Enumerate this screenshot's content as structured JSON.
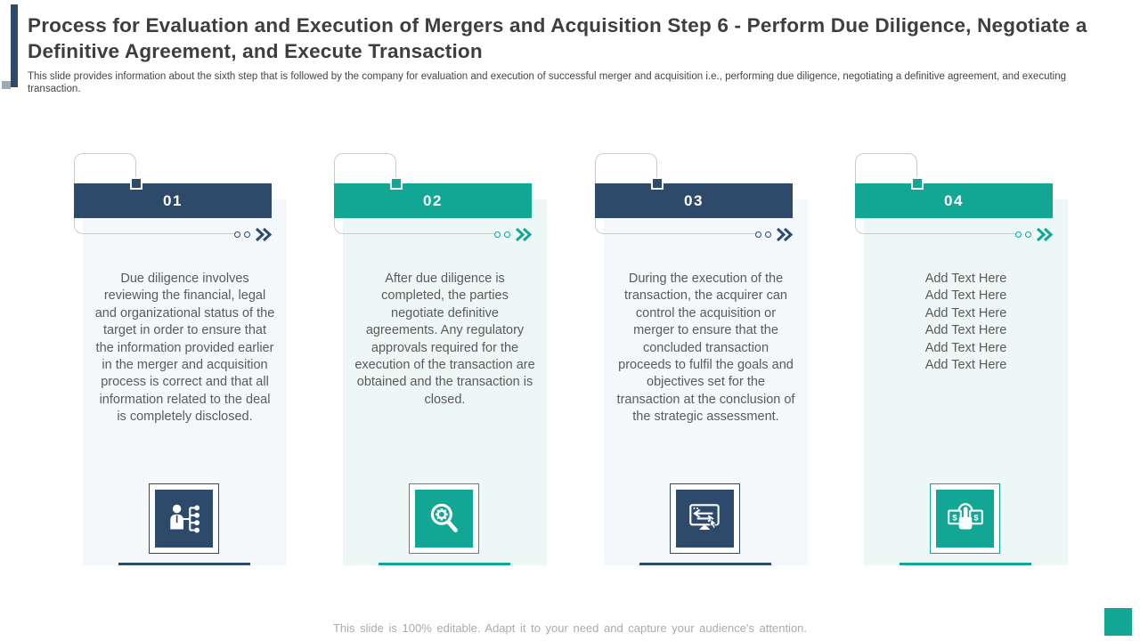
{
  "slide": {
    "title": "Process for Evaluation and Execution of Mergers and Acquisition Step 6 - Perform Due Diligence, Negotiate a Definitive Agreement, and Execute Transaction",
    "subtitle": "This slide provides information about the sixth step that is followed by the company for evaluation and execution of successful merger and acquisition i.e., performing due diligence, negotiating a definitive agreement, and executing transaction.",
    "footer": "This slide is 100% editable. Adapt it to your need and capture your audience's attention."
  },
  "colors": {
    "navy": "#2D4A6B",
    "teal": "#12A694",
    "panel_gray": "#F5F8FA",
    "panel_teal": "#EDF8F6",
    "body_text": "#5A5A5A",
    "outline_gray": "#C9CCCE",
    "footer_text": "#ABABAB"
  },
  "steps": [
    {
      "number": "01",
      "accent": "navy",
      "icon": "person-hierarchy-icon",
      "text": "Due diligence involves reviewing the financial, legal and organizational status of the target in order to ensure that the information provided earlier in the merger and acquisition process is correct and that all information related to the deal is completely disclosed."
    },
    {
      "number": "02",
      "accent": "teal",
      "icon": "gear-magnifier-icon",
      "text": "After due diligence is completed, the parties negotiate definitive agreements. Any regulatory approvals required for the execution of the transaction are obtained and the transaction is closed."
    },
    {
      "number": "03",
      "accent": "navy",
      "icon": "monitor-transaction-icon",
      "text": "During the execution of the transaction, the acquirer can control the acquisition or merger to ensure that the concluded transaction proceeds to fulfil the goals and objectives set for the transaction at the conclusion of the strategic assessment."
    },
    {
      "number": "04",
      "accent": "teal",
      "icon": "payment-click-icon",
      "text": "Add Text Here\nAdd Text Here\nAdd Text Here\nAdd Text Here\nAdd Text Here\nAdd Text Here"
    }
  ]
}
